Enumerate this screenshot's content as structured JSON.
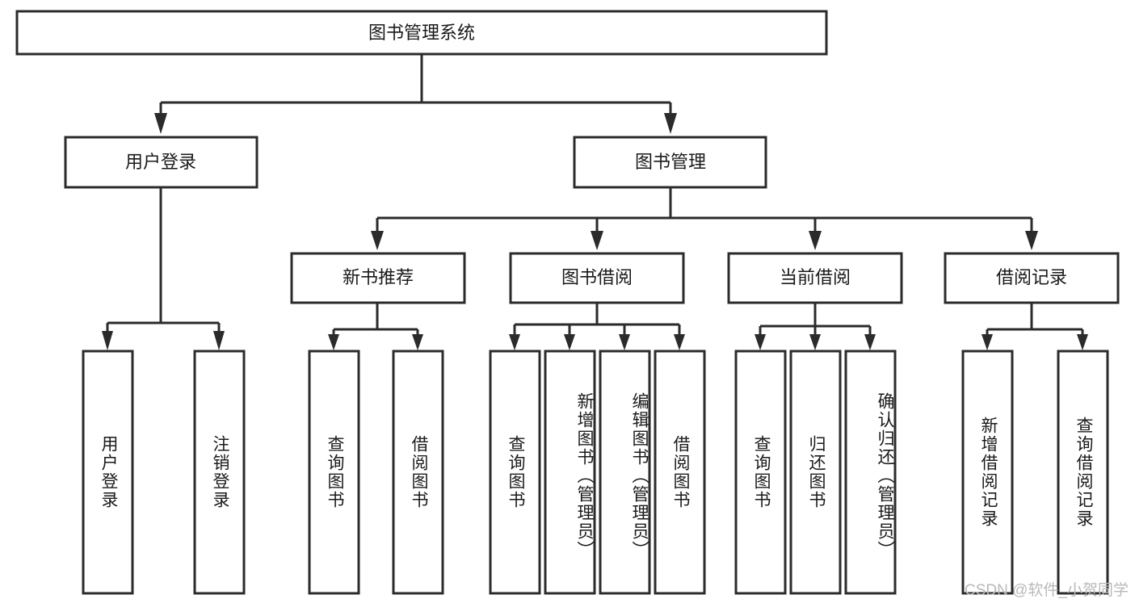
{
  "diagram": {
    "type": "tree",
    "title": "图书管理系统",
    "orientation": "top-down",
    "colors": {
      "box_fill": "#ffffff",
      "box_stroke": "#2b2b2b",
      "text": "#1a1a1a",
      "watermark": "#b9b9b9"
    },
    "root": {
      "label": "图书管理系统"
    },
    "level1": [
      {
        "label": "用户登录"
      },
      {
        "label": "图书管理"
      }
    ],
    "level2": [
      {
        "label": "新书推荐"
      },
      {
        "label": "图书借阅"
      },
      {
        "label": "当前借阅"
      },
      {
        "label": "借阅记录"
      }
    ],
    "leaves": {
      "user_login": [
        {
          "label": "用户登录"
        },
        {
          "label": "注销登录"
        }
      ],
      "new_book_recommend": [
        {
          "label": "查询图书"
        },
        {
          "label": "借阅图书"
        }
      ],
      "book_borrow": [
        {
          "label": "查询图书"
        },
        {
          "label": "新增图书（管理员）"
        },
        {
          "label": "编辑图书（管理员）"
        },
        {
          "label": "借阅图书"
        }
      ],
      "current_borrow": [
        {
          "label": "查询图书"
        },
        {
          "label": "归还图书"
        },
        {
          "label": "确认归还（管理员）"
        }
      ],
      "borrow_record": [
        {
          "label": "新增借阅记录"
        },
        {
          "label": "查询借阅记录"
        }
      ]
    }
  },
  "watermark": {
    "text": "CSDN @软件_小贺同学"
  }
}
